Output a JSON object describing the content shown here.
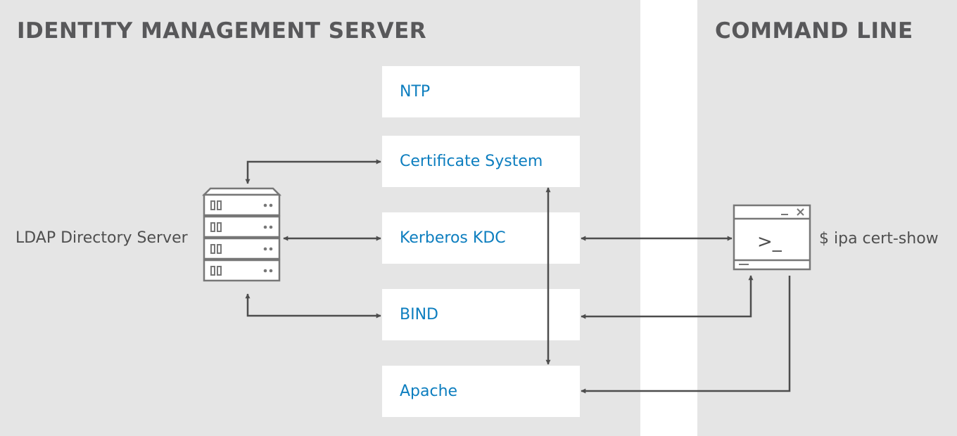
{
  "headings": {
    "left": "IDENTITY MANAGEMENT SERVER",
    "right": "COMMAND LINE"
  },
  "services": [
    "NTP",
    "Certificate System",
    "Kerberos KDC",
    "BIND",
    "Apache"
  ],
  "ldap_label": "LDAP Directory Server",
  "command_label": "$ ipa cert-show",
  "terminal_prompt": ">_",
  "colors": {
    "panel": "#e5e5e5",
    "heading": "#58585a",
    "service_text": "#0d7ebf",
    "arrow": "#4d4d4d"
  }
}
